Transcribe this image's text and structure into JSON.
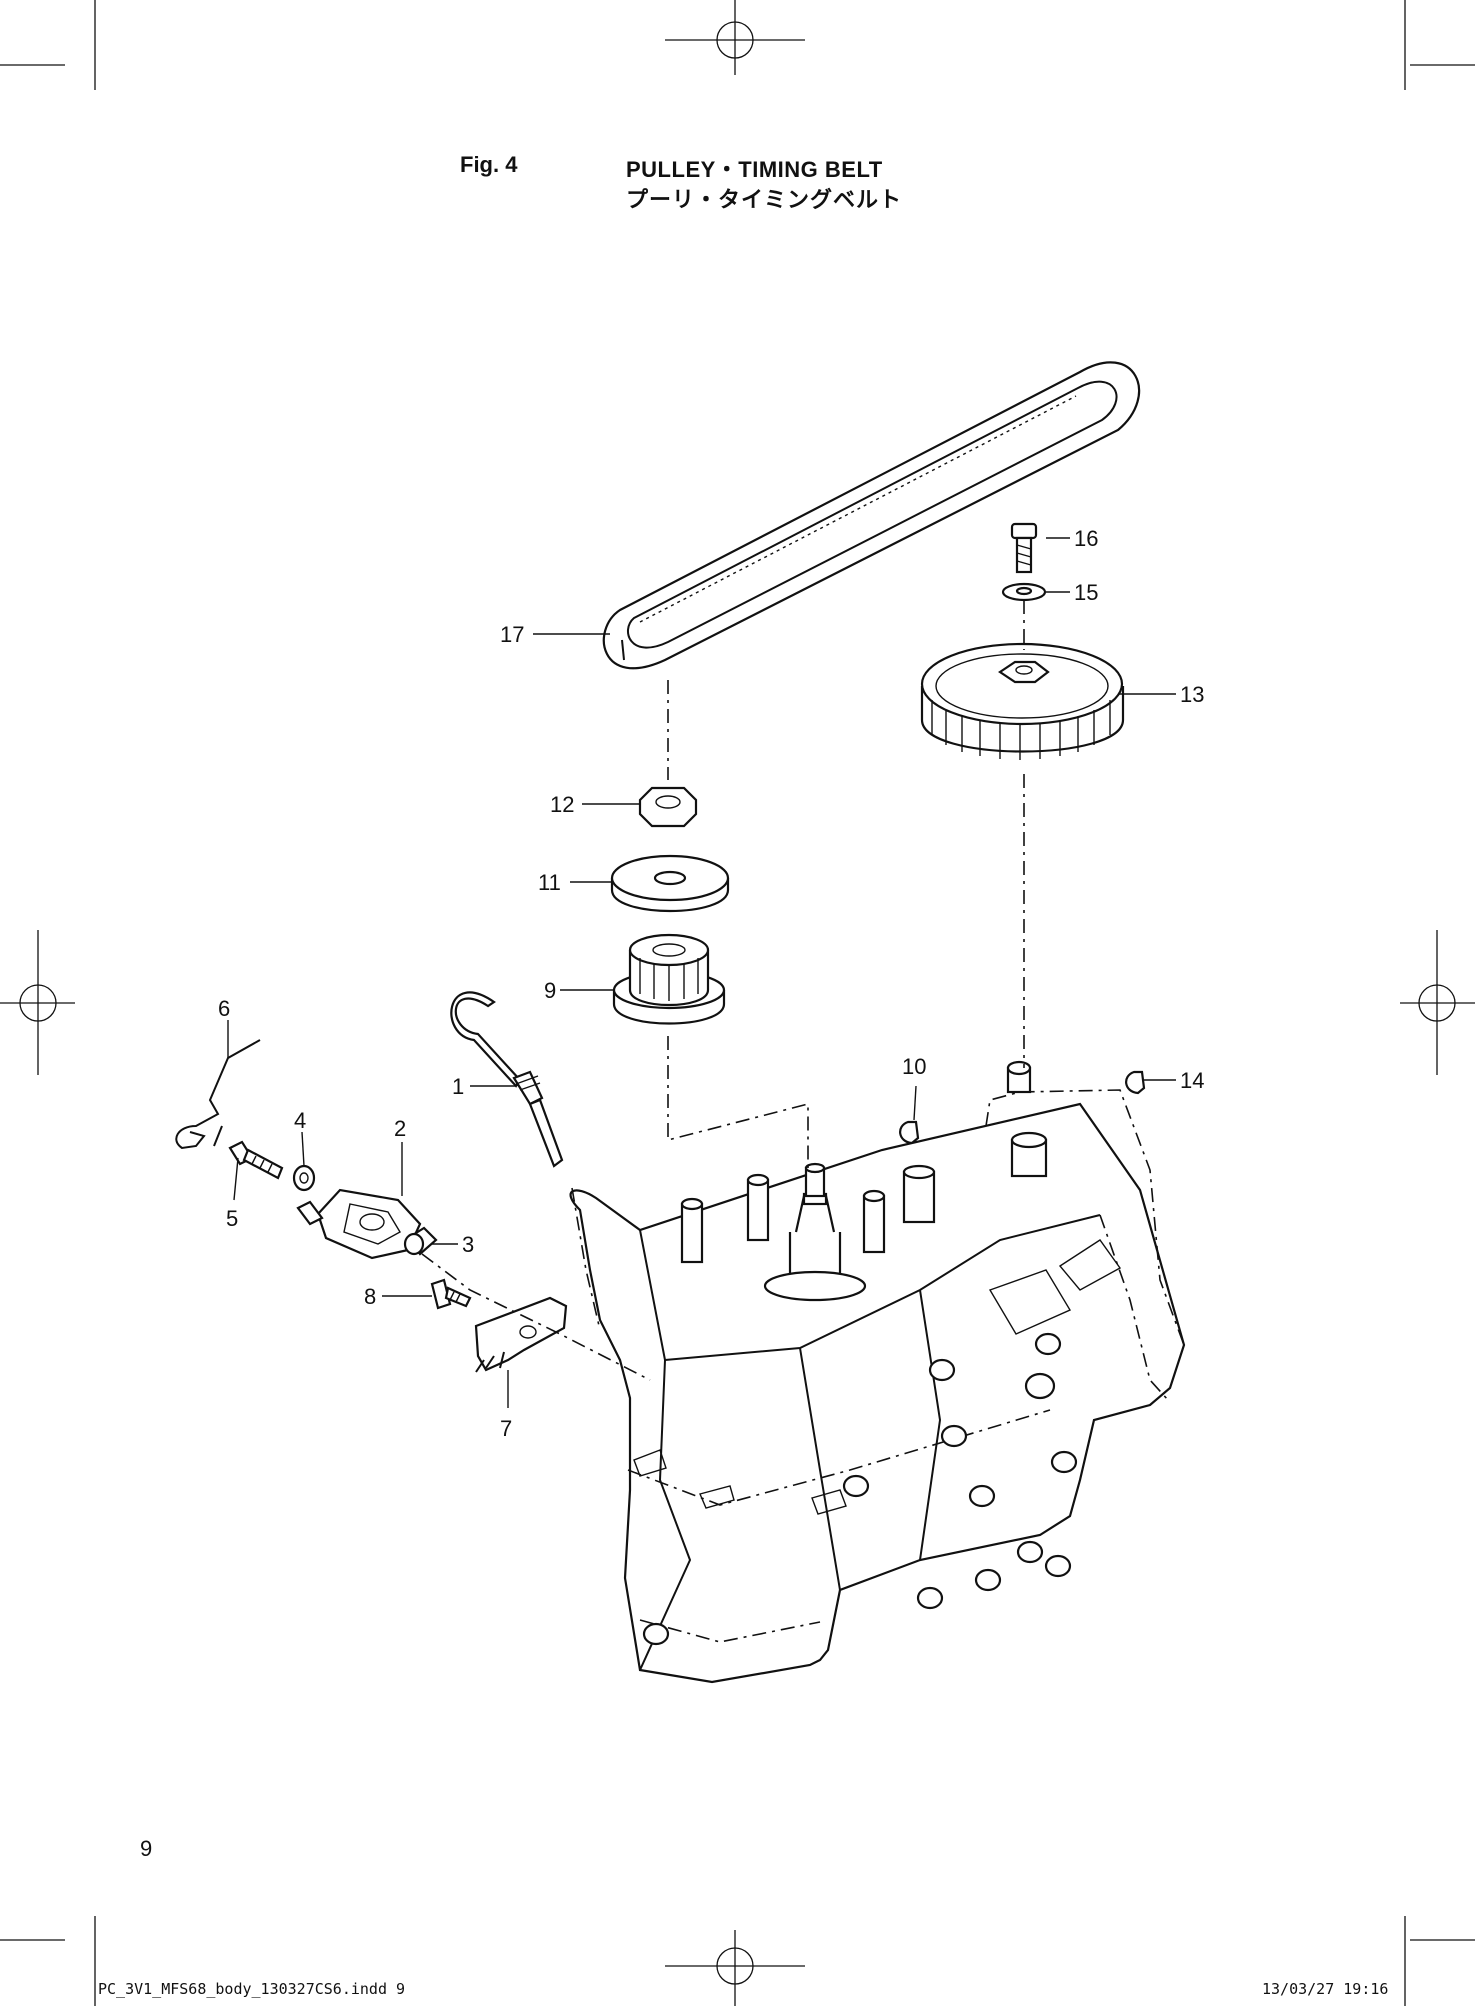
{
  "header": {
    "fig_label": "Fig. 4",
    "title_en": "PULLEY・TIMING BELT",
    "title_jp": "プーリ・タイミングベルト"
  },
  "callouts": [
    "1",
    "2",
    "3",
    "4",
    "5",
    "6",
    "7",
    "8",
    "9",
    "10",
    "11",
    "12",
    "13",
    "14",
    "15",
    "16",
    "17"
  ],
  "footer": {
    "page_number": "9",
    "file_slug": "PC_3V1_MFS68_body_130327CS6.indd  9",
    "timestamp": "13/03/27  19:16"
  }
}
